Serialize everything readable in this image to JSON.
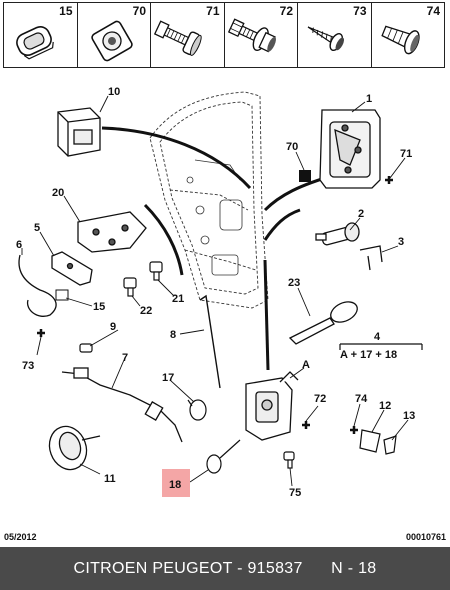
{
  "strip": {
    "cells": [
      {
        "number": "15",
        "icon": "grommet-icon"
      },
      {
        "number": "70",
        "icon": "square-grommet-icon"
      },
      {
        "number": "71",
        "icon": "screw-washer-icon"
      },
      {
        "number": "72",
        "icon": "flange-screw-icon"
      },
      {
        "number": "73",
        "icon": "tapping-screw-icon"
      },
      {
        "number": "74",
        "icon": "push-clip-icon"
      }
    ]
  },
  "callouts": {
    "c1": "1",
    "c2": "2",
    "c3": "3",
    "c4": "4",
    "c5": "5",
    "c6": "6",
    "c7": "7",
    "c8": "8",
    "c9": "9",
    "c10": "10",
    "c11": "11",
    "c12": "12",
    "c13": "13",
    "c15": "15",
    "c17": "17",
    "c18": "18",
    "c20": "20",
    "c21": "21",
    "c22": "22",
    "c23": "23",
    "c70": "70",
    "c71": "71",
    "c72": "72",
    "c73": "73",
    "c74": "74",
    "c75": "75",
    "cA": "A",
    "formula": "A + 17 + 18"
  },
  "highlight_color": "#f4a6a6",
  "footer": {
    "date": "05/2012",
    "code": "00010761"
  },
  "caption": "CITROEN PEUGEOT - 915837      N - 18"
}
